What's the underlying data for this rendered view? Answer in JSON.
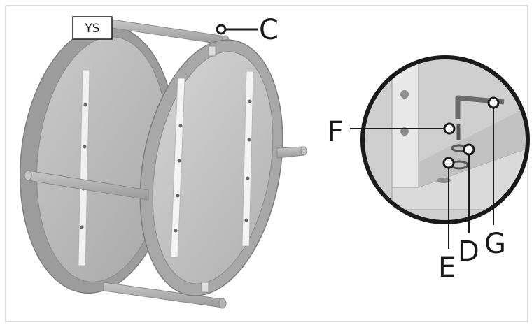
{
  "model_tag": "YS",
  "callouts": {
    "C": "C",
    "D": "D",
    "E": "E",
    "F": "F",
    "G": "G"
  },
  "colors": {
    "frame": "#a3a3a3",
    "frame_dark": "#7e7e7e",
    "panel": "#bdbdbd",
    "strap": "#f1f1f1",
    "border": "#d0d0d0",
    "ink": "#1a1a1a"
  }
}
